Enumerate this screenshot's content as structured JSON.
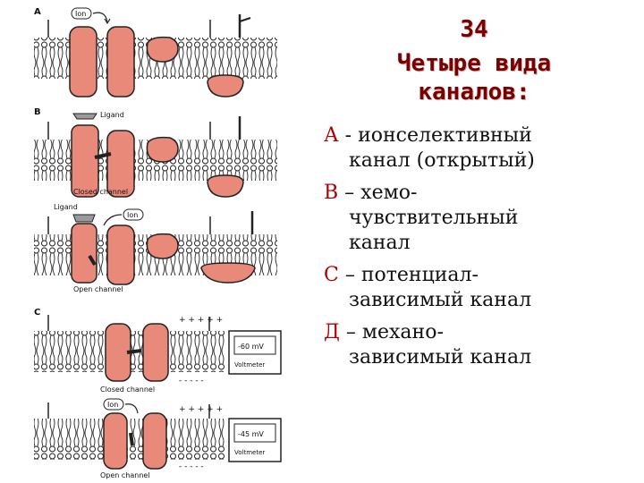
{
  "slide": {
    "number": "34",
    "title_line1": "Четыре вида",
    "title_line2": "каналов:"
  },
  "items": [
    {
      "letter": "А",
      "line1": " - ионселективный",
      "line2": "канал (открытый)"
    },
    {
      "letter": "В",
      "line1": " – хемо-",
      "line2": "чувствительный",
      "line3": "канал"
    },
    {
      "letter": "С",
      "line1": " – потенциал-",
      "line2": "зависимый канал"
    },
    {
      "letter": "Д",
      "line1": " – механо-",
      "line2": "зависимый канал"
    }
  ],
  "figure": {
    "panel_a": "A",
    "panel_b": "B",
    "panel_c": "C",
    "ion": "Ion",
    "ligand": "Ligand",
    "closed_channel": "Closed channel",
    "open_channel": "Open channel",
    "voltmeter": "Voltmeter",
    "v1": "-60 mV",
    "v2": "-45 mV",
    "plus_signs": "+ + + + +",
    "minus_signs": "- - - - -"
  },
  "colors": {
    "protein": "#e8897a",
    "title": "#7a0000",
    "letter": "#b00000",
    "ligand": "#9a9a9a"
  }
}
